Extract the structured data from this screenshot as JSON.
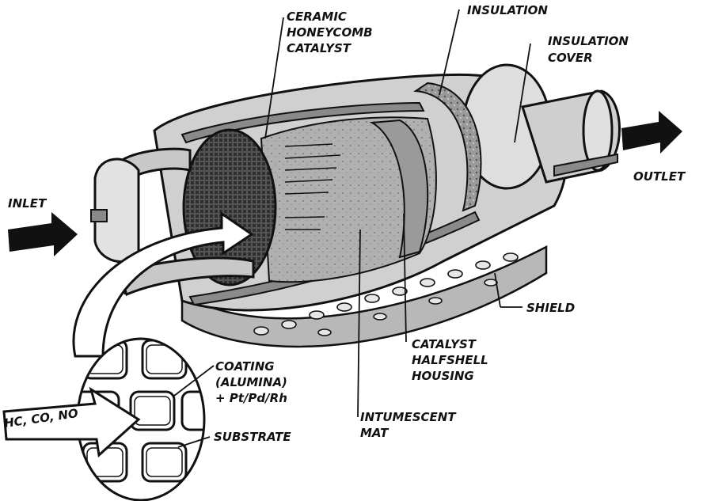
{
  "labels": {
    "catalyst_l1": "CERAMIC",
    "catalyst_l2": "HONEYCOMB",
    "catalyst_l3": "CATALYST",
    "insulation": "INSULATION",
    "cover_l1": "INSULATION",
    "cover_l2": "COVER",
    "inlet": "INLET",
    "outlet": "OUTLET",
    "shield": "SHIELD",
    "housing_l1": "CATALYST",
    "housing_l2": "HALFSHELL",
    "housing_l3": "HOUSING",
    "coating_l1": "COATING",
    "coating_l2": "(ALUMINA)",
    "coating_l3": "+ Pt/Pd/Rh",
    "substrate": "SUBSTRATE",
    "mat_l1": "INTUMESCENT",
    "mat_l2": "MAT",
    "gases": "HC, CO, NO"
  },
  "colors": {
    "ink": "#111111",
    "shell": "#c8c8c8",
    "shell_dark": "#8a8a8a",
    "cover": "#d6d6d6",
    "insulation": "#9a9a9a",
    "honeycomb": "#4a4a4a",
    "mat": "#a8a8a8",
    "paper": "#ffffff"
  }
}
